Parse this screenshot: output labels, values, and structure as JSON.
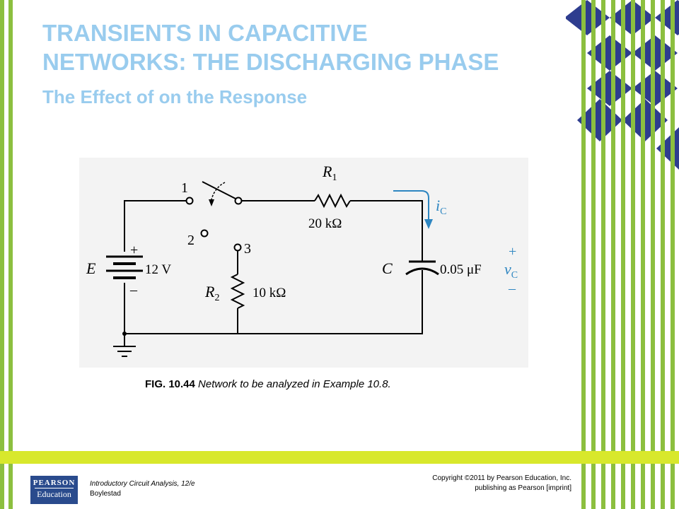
{
  "slide": {
    "title_line1": "TRANSIENTS IN CAPACITIVE",
    "title_line2": "NETWORKS: THE DISCHARGING PHASE",
    "subtitle": "The Effect of  on the Response"
  },
  "figure": {
    "number": "FIG. 10.44",
    "caption": "Network to be analyzed in Example 10.8.",
    "labels": {
      "node1": "1",
      "node2": "2",
      "node3": "3",
      "r1": "R",
      "r1_sub": "1",
      "r1_value": "20 kΩ",
      "r2": "R",
      "r2_sub": "2",
      "r2_value": "10 kΩ",
      "source": "E",
      "source_value": "12 V",
      "source_plus": "+",
      "source_minus": "–",
      "cap": "C",
      "cap_value": "0.05 μF",
      "ic": "i",
      "ic_sub": "C",
      "vc": "v",
      "vc_sub": "C",
      "vc_plus": "+",
      "vc_minus": "–"
    }
  },
  "footer": {
    "book": "Introductory Circuit Analysis, 12/e",
    "author": "Boylestad",
    "copyright_line1": "Copyright ©2011 by Pearson Education, Inc.",
    "copyright_line2": "publishing as Pearson [imprint]",
    "logo_line1": "PEARSON",
    "logo_line2": "Education"
  },
  "colors": {
    "title": "#99ccee",
    "stripe_green": "#8cbf3f",
    "diamond_blue": "#2e3d8f",
    "footer_bar": "#d8e82c",
    "annotation_blue": "#2e86c1",
    "figure_bg": "#f3f3f3"
  }
}
